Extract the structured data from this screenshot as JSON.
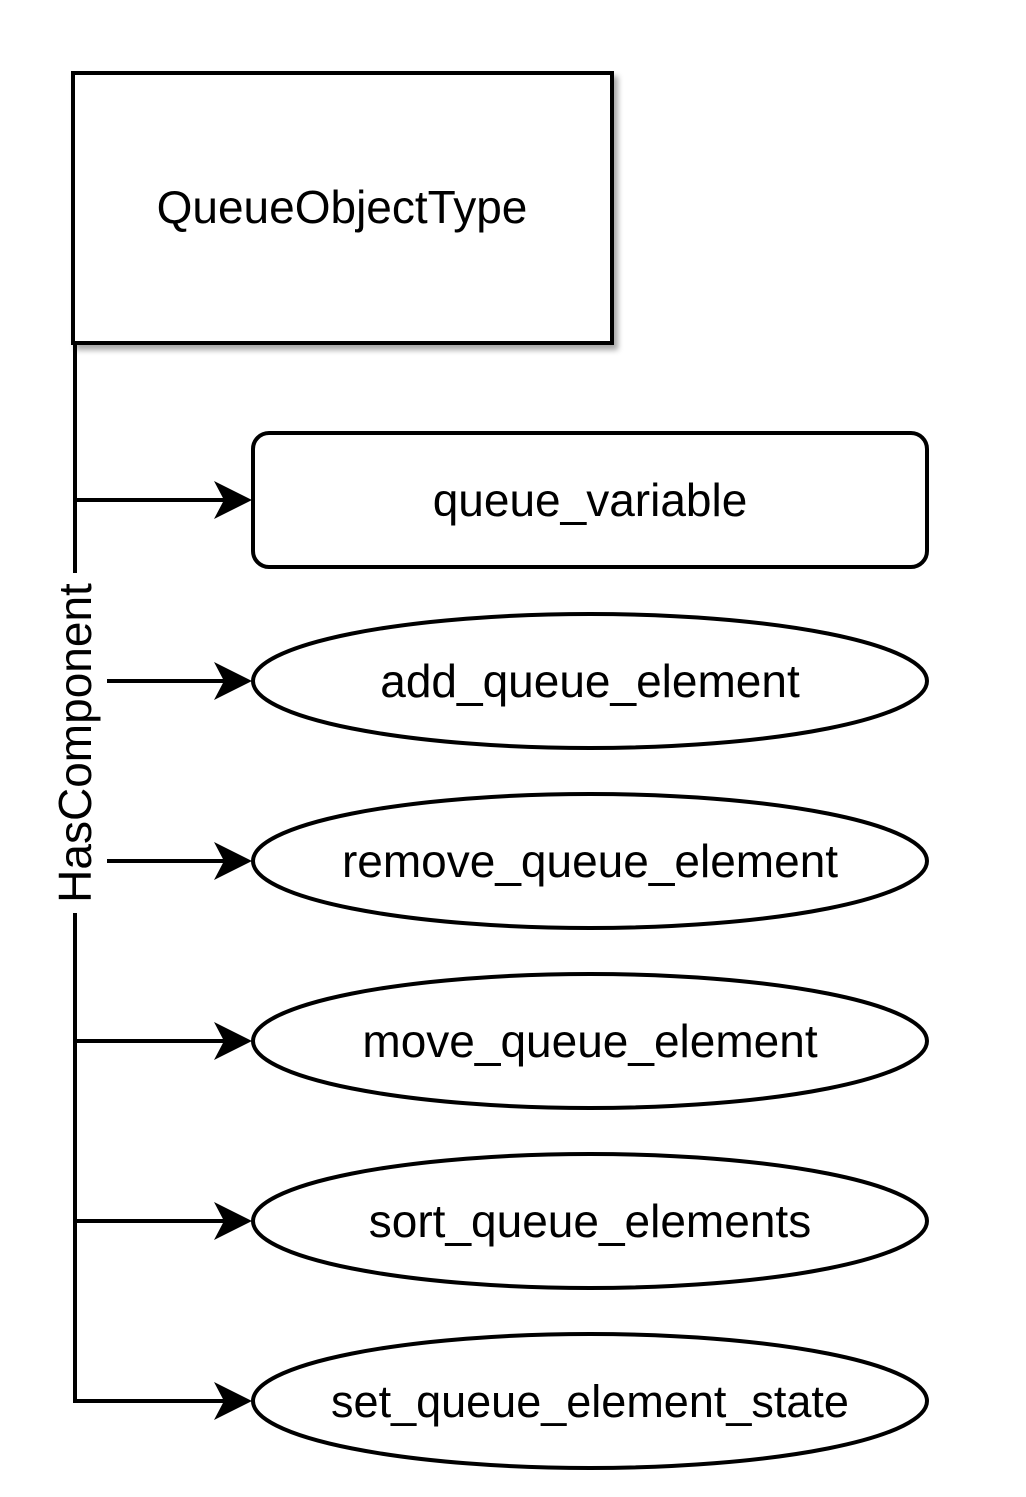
{
  "diagram": {
    "type_node": {
      "label": "QueueObjectType"
    },
    "relation_label": "HasComponent",
    "variable_node": {
      "label": "queue_variable"
    },
    "method_nodes": [
      {
        "label": "add_queue_element"
      },
      {
        "label": "remove_queue_element"
      },
      {
        "label": "move_queue_element"
      },
      {
        "label": "sort_queue_elements"
      },
      {
        "label": "set_queue_element_state"
      }
    ]
  },
  "colors": {
    "stroke": "#000000",
    "fill": "#ffffff",
    "shadow": "#bdbdbd"
  }
}
